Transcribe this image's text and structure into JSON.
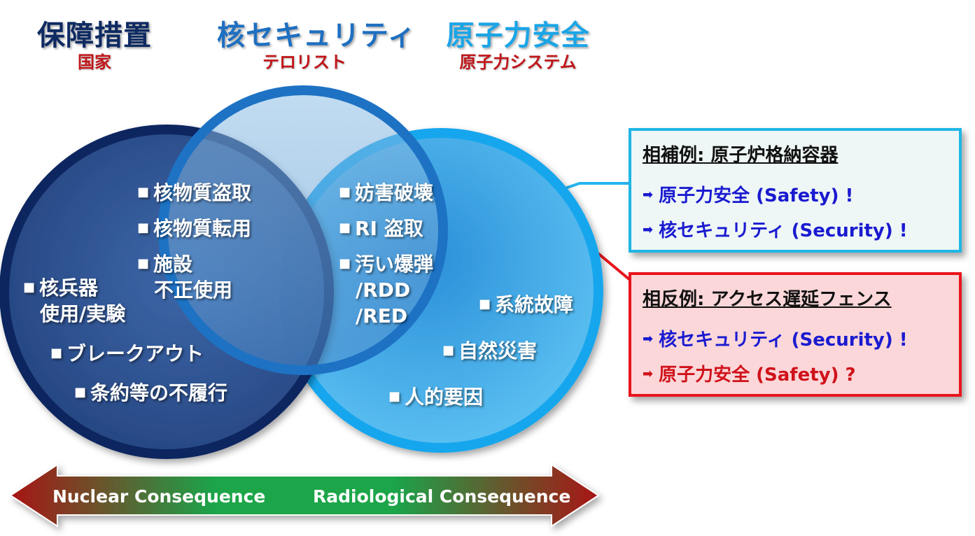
{
  "headers": {
    "safeguards": {
      "title": "保障措置",
      "subtitle": "国家",
      "color": "#0e2a62"
    },
    "security": {
      "title": "核セキュリティ",
      "subtitle": "テロリスト",
      "color": "#1e6fc0"
    },
    "safety": {
      "title": "原子力安全",
      "subtitle": "原子力システム",
      "color": "#1aa5e6"
    }
  },
  "items": {
    "theft": "核物質盗取",
    "diversion": "核物質転用",
    "facility_1": "施設",
    "facility_2": "不正使用",
    "weapons_1": "核兵器",
    "weapons_2": "使用/実験",
    "breakout": "ブレークアウト",
    "treaty": "条約等の不履行",
    "sabotage": "妨害破壊",
    "ri_theft": "RI 盗取",
    "dirty_1": "汚い爆弾",
    "dirty_2": "/RDD",
    "dirty_3": "/RED",
    "system_failure": "系統故障",
    "natural_disaster": "自然災害",
    "human_factor": "人的要因"
  },
  "boxes": {
    "complementary": {
      "title": "相補例: 原子炉格納容器",
      "line1": "原子力安全 (Safety) !",
      "line2": "核セキュリティ (Security) !"
    },
    "conflicting": {
      "title": "相反例: アクセス遅延フェンス",
      "line1": "核セキュリティ (Security) !",
      "line2": "原子力安全 (Safety) ?"
    }
  },
  "arrow": {
    "left_label": "Nuclear Consequence",
    "right_label": "Radiological Consequence"
  },
  "colors": {
    "safeguards_circle": "#233f78",
    "security_circle": "#2a7ccc",
    "safety_circle": "#23a0e6",
    "arrow_red": "#b31a18",
    "arrow_green": "#1aa54a"
  }
}
